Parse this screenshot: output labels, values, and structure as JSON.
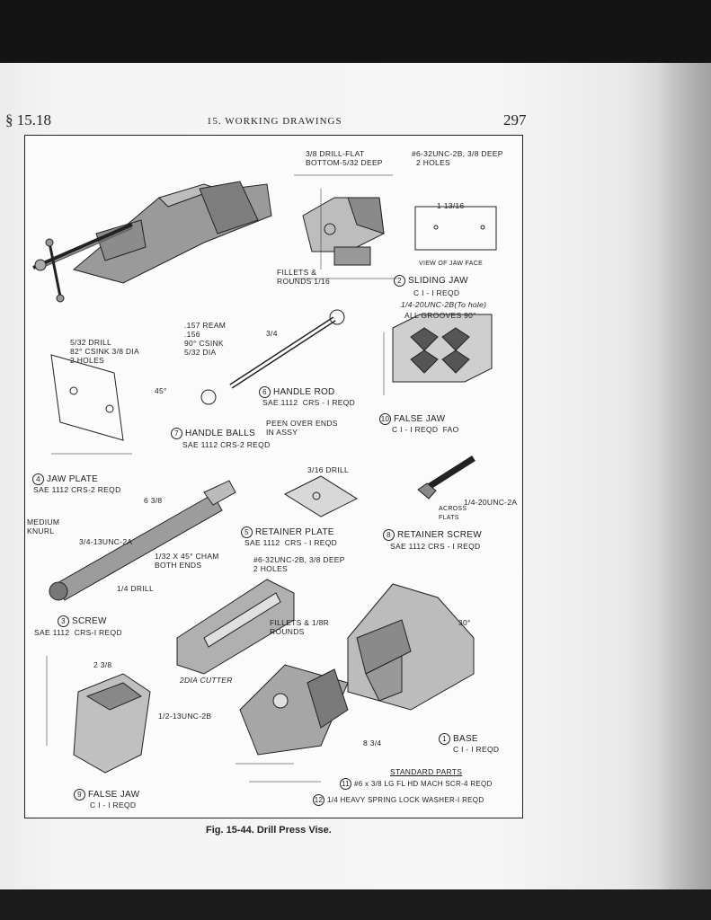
{
  "header": {
    "section": "§ 15.18",
    "title": "15.  WORKING DRAWINGS",
    "page_number": "297"
  },
  "caption": "Fig. 15-44. Drill Press Vise.",
  "labels": {
    "drill_flat": "3/8 DRILL-FLAT",
    "bottom_deep": "BOTTOM-5/32 DEEP",
    "unc_top": "#6-32UNC-2B, 3/8 DEEP",
    "two_holes": "2 HOLES",
    "view_jaw_face": "VIEW OF JAW FACE",
    "fillets_rounds": "FILLETS &\nROUNDS 1/16",
    "sliding_jaw": "SLIDING JAW",
    "sliding_jaw_spec": "C I - I REQD",
    "unc_28": "1/4-20UNC-2B(To hole)",
    "grooves": "ALL GROOVES 90°",
    "drill_jaw_plate": "5/32 DRILL\n82° CSINK 3/8 DIA\n2 HOLES",
    "ream": ".157 REAM\n.156\n90° CSINK\n5/32 DIA",
    "handle_rod": "HANDLE ROD",
    "handle_rod_spec": "SAE 1112  CRS - I REQD",
    "handle_balls": "HANDLE BALLS",
    "handle_balls_spec": "SAE 1112 CRS-2 REQD",
    "peen": "PEEN OVER ENDS\nIN ASSY",
    "false_jaw_10": "FALSE JAW",
    "false_jaw_10_spec": "C I - I REQD  FAO",
    "jaw_plate": "JAW PLATE",
    "jaw_plate_spec": "SAE 1112 CRS-2 REQD",
    "medium_knurl": "MEDIUM\nKNURL",
    "unc_2a": "3/4-13UNC-2A",
    "cham": "1/32 X 45° CHAM\nBOTH ENDS",
    "drill_quarter": "1/4 DRILL",
    "screw": "SCREW",
    "screw_spec": "SAE 1112  CRS-I REQD",
    "retainer_drill": "3/16 DRILL",
    "retainer_plate": "RETAINER PLATE",
    "retainer_plate_spec": "SAE 1112  CRS - I REQD",
    "unc_mid": "#6-32UNC-2B, 3/8 DEEP\n2 HOLES",
    "retainer_screw": "RETAINER SCREW",
    "retainer_screw_spec": "SAE 1112 CRS - I REQD",
    "unc_20_2a": "1/4-20UNC-2A",
    "across_flats": "ACROSS\nFLATS",
    "cutter": "2DIA CUTTER",
    "fillets_r": "FILLETS & 1/8R\nROUNDS",
    "unc_13_2b": "1/2-13UNC-2B",
    "base": "BASE",
    "base_spec": "C I - I REQD",
    "false_jaw_9": "FALSE JAW",
    "false_jaw_9_spec": "C I - I REQD",
    "standard_parts": "STANDARD PARTS",
    "std_11": "#6 x 3/8 LG FL HD MACH SCR-4 REQD",
    "std_12": "1/4 HEAVY SPRING LOCK WASHER-I REQD",
    "dim_8_3_4": "8 3/4",
    "dim_6_3_8": "6 3/8",
    "dim_2_3_8": "2 3/8",
    "dim_3_4": "3/4",
    "dim_30": "30°",
    "dim_45": "45°",
    "dim_1_13_16": "1 13/16"
  },
  "part_numbers": [
    "1",
    "2",
    "3",
    "4",
    "5",
    "6",
    "7",
    "8",
    "9",
    "10",
    "11",
    "12"
  ]
}
